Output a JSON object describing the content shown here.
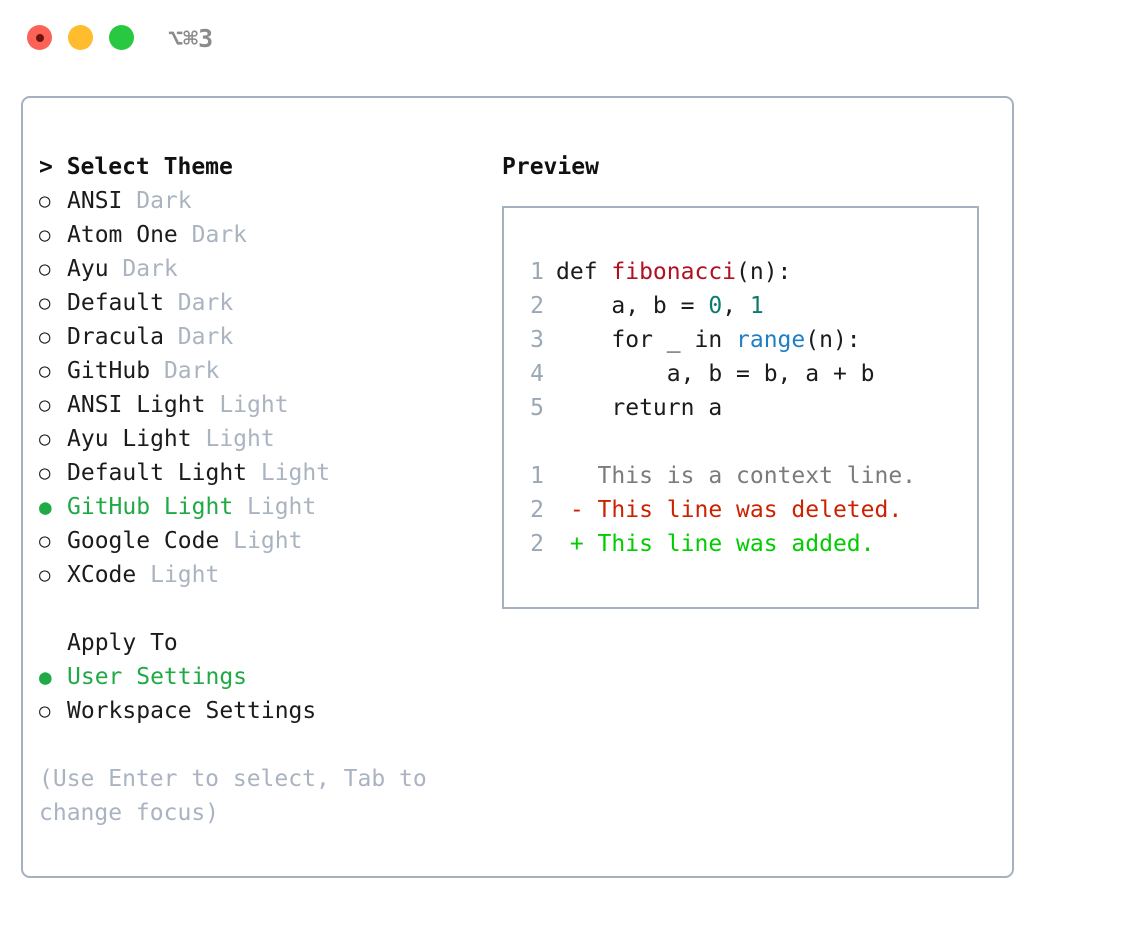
{
  "titlebar": {
    "shortcut": "⌥⌘3",
    "buttons": [
      {
        "name": "close",
        "color": "#fd6257"
      },
      {
        "name": "minimize",
        "color": "#febc2e"
      },
      {
        "name": "maximize",
        "color": "#28c840"
      }
    ]
  },
  "theme_list": {
    "header": "> Select Theme",
    "items": [
      {
        "marker": "○",
        "label": "ANSI",
        "tag": "Dark",
        "selected": false
      },
      {
        "marker": "○",
        "label": "Atom One",
        "tag": "Dark",
        "selected": false
      },
      {
        "marker": "○",
        "label": "Ayu",
        "tag": "Dark",
        "selected": false
      },
      {
        "marker": "○",
        "label": "Default",
        "tag": "Dark",
        "selected": false
      },
      {
        "marker": "○",
        "label": "Dracula",
        "tag": "Dark",
        "selected": false
      },
      {
        "marker": "○",
        "label": "GitHub",
        "tag": "Dark",
        "selected": false
      },
      {
        "marker": "○",
        "label": "ANSI Light",
        "tag": "Light",
        "selected": false
      },
      {
        "marker": "○",
        "label": "Ayu Light",
        "tag": "Light",
        "selected": false
      },
      {
        "marker": "○",
        "label": "Default Light",
        "tag": "Light",
        "selected": false
      },
      {
        "marker": "●",
        "label": "GitHub Light",
        "tag": "Light",
        "selected": true
      },
      {
        "marker": "○",
        "label": "Google Code",
        "tag": "Light",
        "selected": false
      },
      {
        "marker": "○",
        "label": "XCode",
        "tag": "Light",
        "selected": false
      }
    ]
  },
  "apply_to": {
    "header": "Apply To",
    "items": [
      {
        "marker": "●",
        "label": "User Settings",
        "selected": true
      },
      {
        "marker": "○",
        "label": "Workspace Settings",
        "selected": false
      }
    ]
  },
  "hint": "(Use Enter to select, Tab to change focus)",
  "preview": {
    "header": "Preview",
    "code_lines": [
      {
        "no": "1",
        "tokens": [
          {
            "t": "def ",
            "c": "plain"
          },
          {
            "t": "fibonacci",
            "c": "fn"
          },
          {
            "t": "(n):",
            "c": "plain"
          }
        ]
      },
      {
        "no": "2",
        "tokens": [
          {
            "t": "    a, b = ",
            "c": "plain"
          },
          {
            "t": "0",
            "c": "num"
          },
          {
            "t": ", ",
            "c": "plain"
          },
          {
            "t": "1",
            "c": "num"
          }
        ]
      },
      {
        "no": "3",
        "tokens": [
          {
            "t": "    for _ in ",
            "c": "plain"
          },
          {
            "t": "range",
            "c": "bi"
          },
          {
            "t": "(n):",
            "c": "plain"
          }
        ]
      },
      {
        "no": "4",
        "tokens": [
          {
            "t": "        a, b = b, a + b",
            "c": "plain"
          }
        ]
      },
      {
        "no": "5",
        "tokens": [
          {
            "t": "    return a",
            "c": "plain"
          }
        ]
      }
    ],
    "diff_lines": [
      {
        "no": "1",
        "prefix": "  ",
        "text": "This is a context line.",
        "kind": "ctx"
      },
      {
        "no": "2",
        "prefix": "- ",
        "text": "This line was deleted.",
        "kind": "del"
      },
      {
        "no": "2",
        "prefix": "+ ",
        "text": "This line was added.",
        "kind": "add"
      }
    ]
  },
  "colors": {
    "selection_green": "#1faa45",
    "diff_add_green": "#00cc00",
    "diff_del_red": "#cc2200",
    "tag_gray": "#aab4c0",
    "border": "#a6b1bf",
    "line_number": "#9aa7b4",
    "fn_red": "#b01020",
    "num_teal": "#0d7a6e",
    "builtin_blue": "#1f7fc4"
  }
}
